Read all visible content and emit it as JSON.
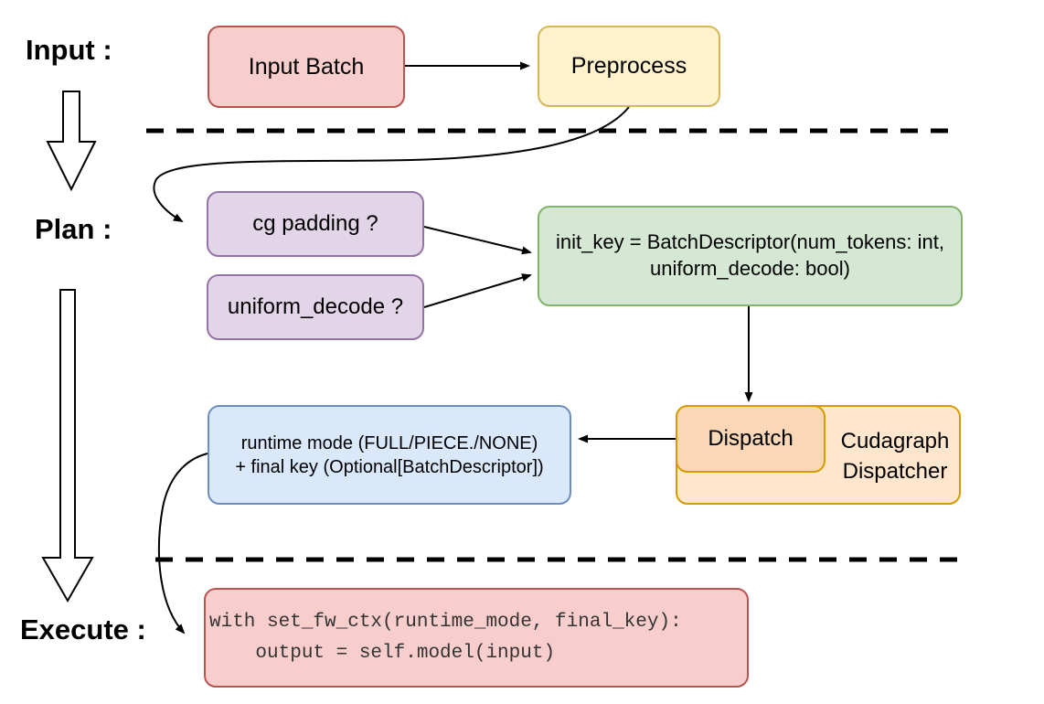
{
  "labels": {
    "input": "Input :",
    "plan": "Plan :",
    "execute": "Execute :"
  },
  "nodes": {
    "input_batch": "Input Batch",
    "preprocess": "Preprocess",
    "cg_padding": "cg padding ?",
    "uniform_decode": "uniform_decode ?",
    "init_key": {
      "line1": "init_key = BatchDescriptor(num_tokens: int,",
      "line2": "uniform_decode: bool)"
    },
    "dispatch": "Dispatch",
    "cudagraph_dispatcher": {
      "line1": "Cudagraph",
      "line2": "Dispatcher"
    },
    "runtime": {
      "line1": "runtime mode (FULL/PIECE./NONE)",
      "line2": "+ final key (Optional[BatchDescriptor])"
    },
    "execute_code": {
      "line1": "with set_fw_ctx(runtime_mode, final_key):",
      "line2": "    output = self.model(input)"
    }
  },
  "colors": {
    "pink_fill": "#F8CECC",
    "pink_stroke": "#B85450",
    "yellow_fill": "#FFF2CC",
    "yellow_stroke": "#D6B656",
    "purple_fill": "#E1D5E7",
    "purple_stroke": "#9673A6",
    "green_fill": "#D5E8D4",
    "green_stroke": "#82B366",
    "orange_fill": "#FFE6CC",
    "orange_inner_fill": "#FAD7B6",
    "orange_stroke": "#D79B00",
    "blue_fill": "#DAE8FC",
    "blue_stroke": "#6C8EBF",
    "connector": "#000000"
  }
}
